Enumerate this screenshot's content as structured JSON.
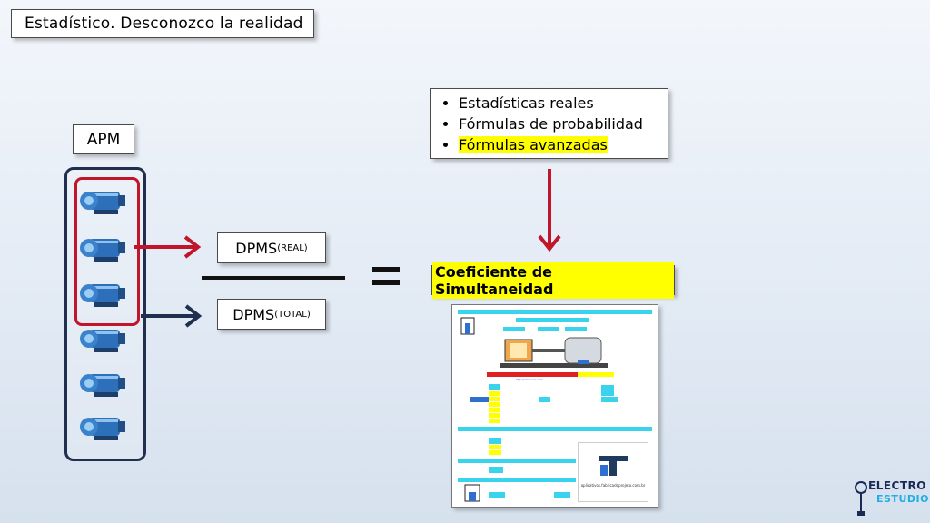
{
  "title": "Estadístico. Desconozco la realidad",
  "apm_label": "APM",
  "dpms_real": {
    "main": "DPMS",
    "sub": "(REAL)"
  },
  "dpms_total": {
    "main": "DPMS",
    "sub": "(TOTAL)"
  },
  "list_items": [
    "Estadísticas reales",
    "Fórmulas de probabilidad",
    "Fórmulas avanzadas"
  ],
  "coefficient_label": "Coeficiente de Simultaneidad",
  "sheet_logo_text": "aplicativos.fabricadoprojeto.com.br",
  "brand": {
    "line1": "ELECTRO",
    "line2": "ESTUDIO"
  },
  "colors": {
    "red": "#c0152b",
    "navy": "#1f2f4d",
    "highlight": "#ffff00",
    "sheet_cyan": "#39d3ee"
  }
}
